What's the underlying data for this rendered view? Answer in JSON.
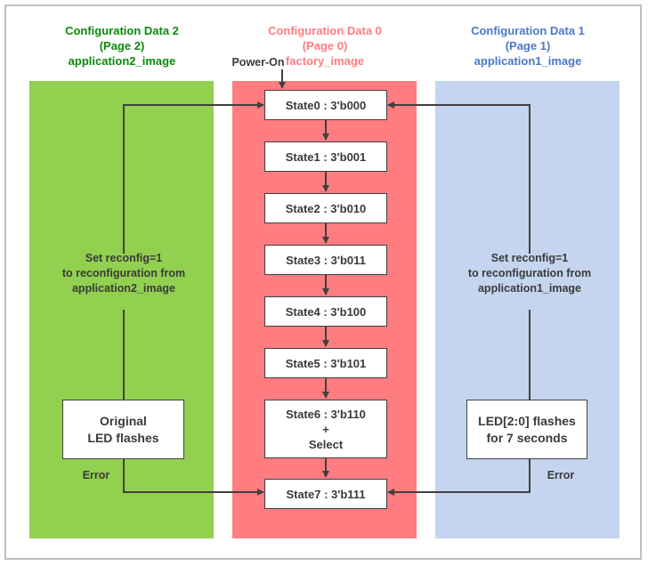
{
  "columns": {
    "left": {
      "title": "Configuration Data 2",
      "page": "(Page 2)",
      "image": "application2_image",
      "title_color": "#0a8a0a",
      "bg": "#92d050",
      "reconfig_text": [
        "Set reconfig=1",
        "to reconfiguration from",
        "application2_image"
      ],
      "box_lines": [
        "Original",
        "LED flashes"
      ],
      "error_label": "Error"
    },
    "middle": {
      "title": "Configuration Data 0",
      "page": "(Page 0)",
      "image": "factory_image",
      "title_color": "#ff7c80",
      "bg": "#ff7c80",
      "power_on": "Power-On",
      "states": [
        "State0 : 3'b000",
        "State1 : 3'b001",
        "State2 : 3'b010",
        "State3 : 3'b011",
        "State4 : 3'b100",
        "State5 : 3'b101",
        "State6 : 3'b110",
        "State7 : 3'b111"
      ],
      "state6_extra": [
        "+",
        "Select"
      ]
    },
    "right": {
      "title": "Configuration Data 1",
      "page": "(Page 1)",
      "image": "application1_image",
      "title_color": "#4a78c8",
      "bg": "#c5d5ef",
      "reconfig_text": [
        "Set reconfig=1",
        "to reconfiguration from",
        "application1_image"
      ],
      "box_lines": [
        "LED[2:0] flashes",
        "for 7 seconds"
      ],
      "error_label": "Error"
    }
  }
}
